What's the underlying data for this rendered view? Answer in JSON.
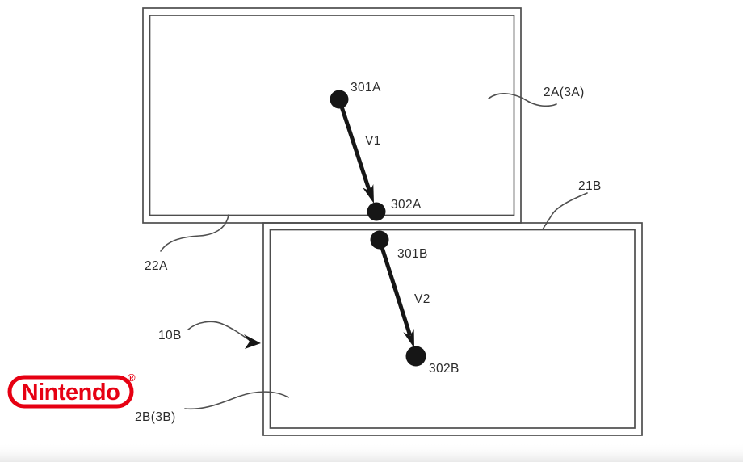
{
  "figure": {
    "labels": {
      "point_301a": "301A",
      "point_302a": "302A",
      "point_301b": "301B",
      "point_302b": "302B",
      "vector_v1": "V1",
      "vector_v2": "V2",
      "screen_a_ref": "2A(3A)",
      "screen_b_ref": "2B(3B)",
      "ref_21b": "21B",
      "ref_22a": "22A",
      "ref_10b": "10B"
    }
  },
  "logo": {
    "brand": "Nintendo",
    "registered_mark": "®"
  },
  "colors": {
    "brand_red": "#e60012",
    "frame_line": "#4d4d4d",
    "diagram_ink": "#161616",
    "label_text": "#2b2b2b"
  }
}
